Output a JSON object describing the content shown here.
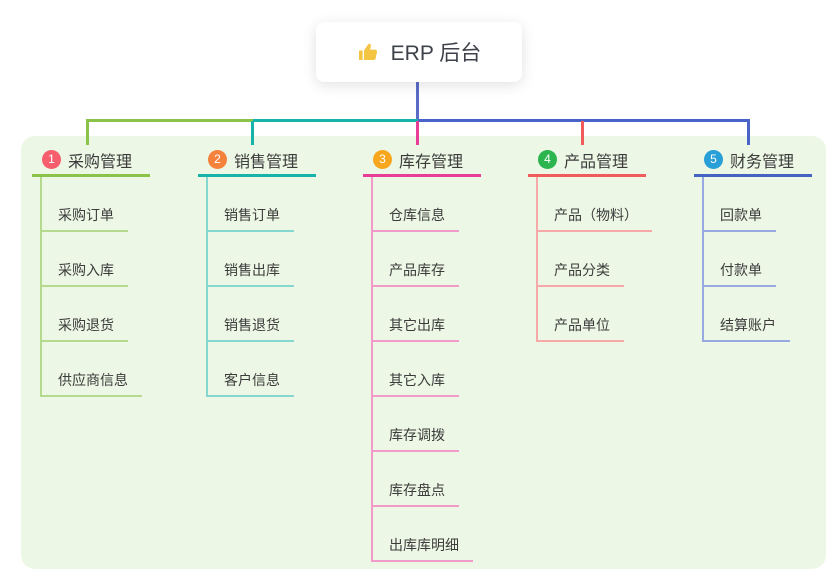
{
  "root": {
    "title": "ERP 后台",
    "icon": "thumbs-up-icon"
  },
  "colors": {
    "panel_bg": "#edf7e5",
    "root_line": "#5b6cc7",
    "bus_segments": [
      "#8bc34a",
      "#16b3ab",
      "#4a63c8"
    ],
    "text": "#3b3b3b",
    "icon_yellow": "#f4c542"
  },
  "branches": [
    {
      "num": "1",
      "title": "采购管理",
      "color": "#8bc34a",
      "light_color": "#b5d98d",
      "badge_color": "#f65e6d",
      "children": [
        "采购订单",
        "采购入库",
        "采购退货",
        "供应商信息"
      ]
    },
    {
      "num": "2",
      "title": "销售管理",
      "color": "#16b3ab",
      "light_color": "#85d7d0",
      "badge_color": "#f5823c",
      "children": [
        "销售订单",
        "销售出库",
        "销售退货",
        "客户信息"
      ]
    },
    {
      "num": "3",
      "title": "库存管理",
      "color": "#e83e97",
      "light_color": "#f29bc9",
      "badge_color": "#f7a61d",
      "children": [
        "仓库信息",
        "产品库存",
        "其它出库",
        "其它入库",
        "库存调拨",
        "库存盘点",
        "出库库明细"
      ]
    },
    {
      "num": "4",
      "title": "产品管理",
      "color": "#f25b5b",
      "light_color": "#f7a8a8",
      "badge_color": "#2cb44e",
      "children": [
        "产品（物料）",
        "产品分类",
        "产品单位"
      ]
    },
    {
      "num": "5",
      "title": "财务管理",
      "color": "#4464c4",
      "light_color": "#97a9e0",
      "badge_color": "#289fd7",
      "children": [
        "回款单",
        "付款单",
        "结算账户"
      ]
    }
  ]
}
